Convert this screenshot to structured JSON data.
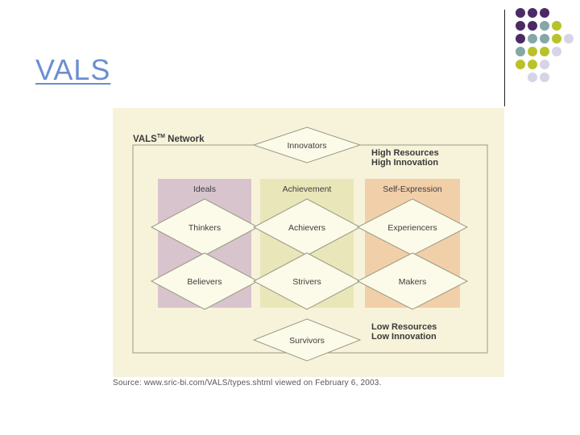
{
  "slide": {
    "title": "VALS"
  },
  "decor": {
    "dot_colors": {
      "purple": "#4b2a66",
      "teal": "#87a7a7",
      "olive": "#b9c22a",
      "lavender": "#d6d4e6"
    },
    "dot_grid": [
      [
        "purple",
        "purple",
        "purple",
        null,
        null
      ],
      [
        "purple",
        "purple",
        "teal",
        "olive",
        null
      ],
      [
        "purple",
        "teal",
        "teal",
        "olive",
        "lavender"
      ],
      [
        "teal",
        "olive",
        "olive",
        "lavender",
        null
      ],
      [
        "olive",
        "olive",
        "lavender",
        null,
        null
      ],
      [
        null,
        "lavender",
        "lavender",
        null,
        null
      ]
    ]
  },
  "diagram": {
    "network_title": "VALS",
    "network_title_sup": "TM",
    "network_title_rest": " Network",
    "top_note_line1": "High Resources",
    "top_note_line2": "High Innovation",
    "bottom_note_line1": "Low Resources",
    "bottom_note_line2": "Low Innovation",
    "columns": [
      {
        "label": "Ideals",
        "color": "#d8c4cd"
      },
      {
        "label": "Achievement",
        "color": "#e9e6b9"
      },
      {
        "label": "Self-Expression",
        "color": "#f1cfa8"
      }
    ],
    "segments": {
      "innovators": "Innovators",
      "thinkers": "Thinkers",
      "achievers": "Achievers",
      "experiencers": "Experiencers",
      "believers": "Believers",
      "strivers": "Strivers",
      "makers": "Makers",
      "survivors": "Survivors"
    },
    "source": "Source: www.sric-bi.com/VALS/types.shtml viewed on February 6, 2003."
  }
}
